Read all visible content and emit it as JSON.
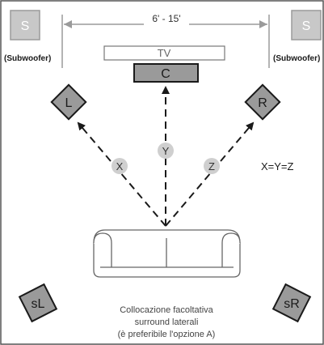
{
  "labels": {
    "distance": "6' - 15'",
    "subwoofer_left": "S",
    "subwoofer_right": "S",
    "subwoofer_caption_left": "(Subwoofer)",
    "subwoofer_caption_right": "(Subwoofer)",
    "tv": "TV",
    "center": "C",
    "left": "L",
    "right": "R",
    "x": "X",
    "y": "Y",
    "z": "Z",
    "equation": "X=Y=Z",
    "surround_left": "sL",
    "surround_right": "sR",
    "caption_line1": "Collocazione facoltativa",
    "caption_line2": "surround laterali",
    "caption_line3": "(è preferibile l'opzione A)"
  },
  "colors": {
    "speaker_fill": "#9a9a9a",
    "subwoofer_fill": "#c8c8c8",
    "marker_fill": "#cfcfcf",
    "line": "#1a1a1a",
    "outline": "#555555"
  }
}
